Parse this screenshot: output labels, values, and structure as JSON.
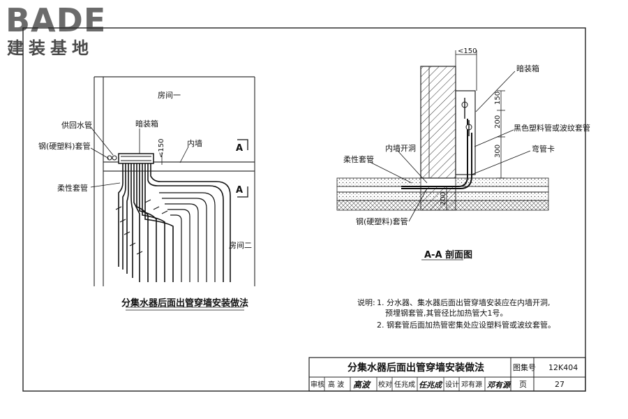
{
  "brand": {
    "name": "BADE",
    "subtitle": "建装基地"
  },
  "plan_view": {
    "room_one": "房间一",
    "room_two": "房间二",
    "supply_return_pipe": "供回水管",
    "concealed_box": "暗装箱",
    "steel_sleeve": "钢(硬塑料)套管",
    "inner_wall": "内墙",
    "flexible_sleeve": "柔性套管",
    "section_mark": "A",
    "dim_150": "<150",
    "caption": "分集水器后面出管穿墙安装做法"
  },
  "section_view": {
    "dim_top": "<150",
    "concealed_box": "暗装箱",
    "dim_150": "150",
    "dim_200": "200",
    "black_pipe": "黑色塑料管或波纹套管",
    "pipe_clip": "弯管卡",
    "dim_300": "300",
    "flexible_sleeve": "柔性套管",
    "wall_opening": "内墙开洞",
    "dim_200_low": "200",
    "steel_sleeve": "钢(硬塑料)套管",
    "caption": "A-A 剖面图"
  },
  "notes": {
    "intro": "说明:",
    "line1": "1. 分水器、集水器后面出管穿墙安装应在内墙开洞,",
    "line2": "预埋钢套管,其管径比加热管大1号。",
    "line3": "2. 钢套管后面加热管密集处应设塑料管或波纹套管。"
  },
  "title_block": {
    "title": "分集水器后面出管穿墙安装做法",
    "atlas_label": "图集号",
    "atlas_no": "12K404",
    "review_label": "审核",
    "reviewer": "高  波",
    "reviewer_sig": "高波",
    "check_label": "校对",
    "checker": "任兆成",
    "checker_sig": "任兆成",
    "design_label": "设计",
    "designer": "邓有源",
    "designer_sig": "邓有源",
    "page_label": "页",
    "page_no": "27"
  }
}
